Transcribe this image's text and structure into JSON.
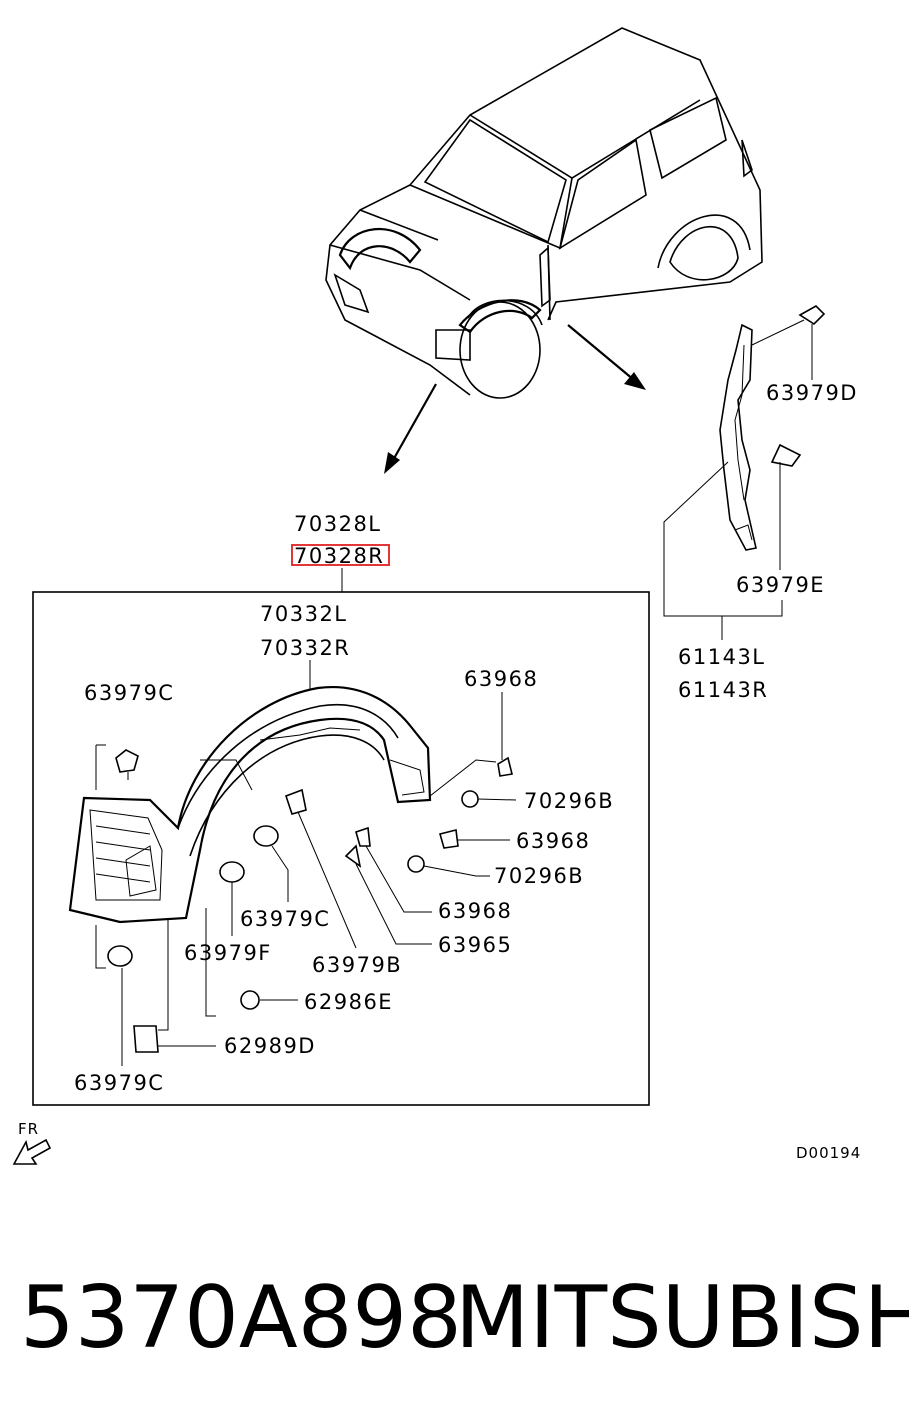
{
  "diagram": {
    "labels": {
      "p70328L": "70328L",
      "p70328R": "70328R",
      "p70332L": "70332L",
      "p70332R": "70332R",
      "p63979D": "63979D",
      "p63979E": "63979E",
      "p61143L": "61143L",
      "p61143R": "61143R",
      "p63979C_a": "63979C",
      "p63968_a": "63968",
      "p70296B_a": "70296B",
      "p63968_b": "63968",
      "p70296B_b": "70296B",
      "p63968_c": "63968",
      "p63979C_b": "63979C",
      "p63965": "63965",
      "p63979F": "63979F",
      "p63979B": "63979B",
      "p62986E": "62986E",
      "p62989D": "62989D",
      "p63979C_c": "63979C",
      "fr": "FR",
      "code": "D00194"
    },
    "highlight_color": "#e02020"
  },
  "footer": {
    "part_number": "5370A898",
    "brand": "MITSUBISHI"
  }
}
